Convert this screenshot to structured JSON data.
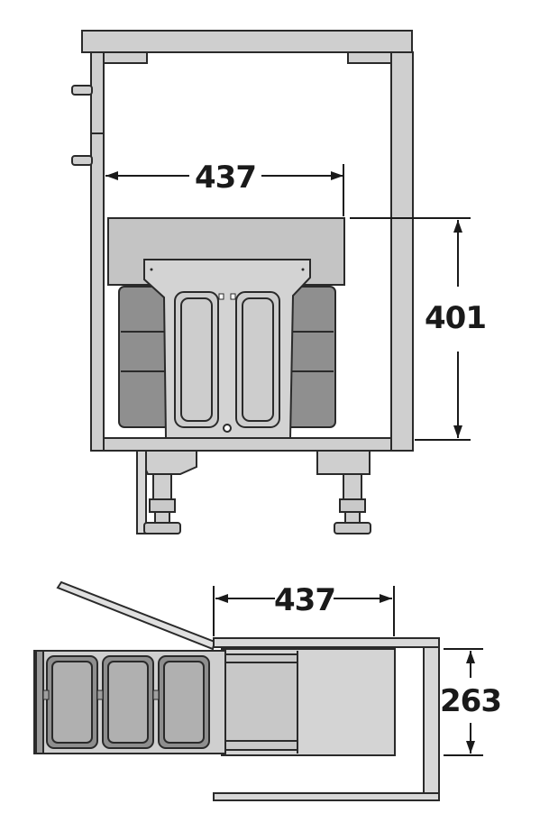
{
  "front_view": {
    "width_label": "437",
    "height_label": "401"
  },
  "top_view": {
    "width_label": "437",
    "depth_label": "263"
  },
  "colors": {
    "outline": "#2a2a2a",
    "panel": "#c9c9c9",
    "bin_dark": "#8e8e8e",
    "bin_light": "#b5b5b5",
    "frame": "#d6d6d6"
  }
}
